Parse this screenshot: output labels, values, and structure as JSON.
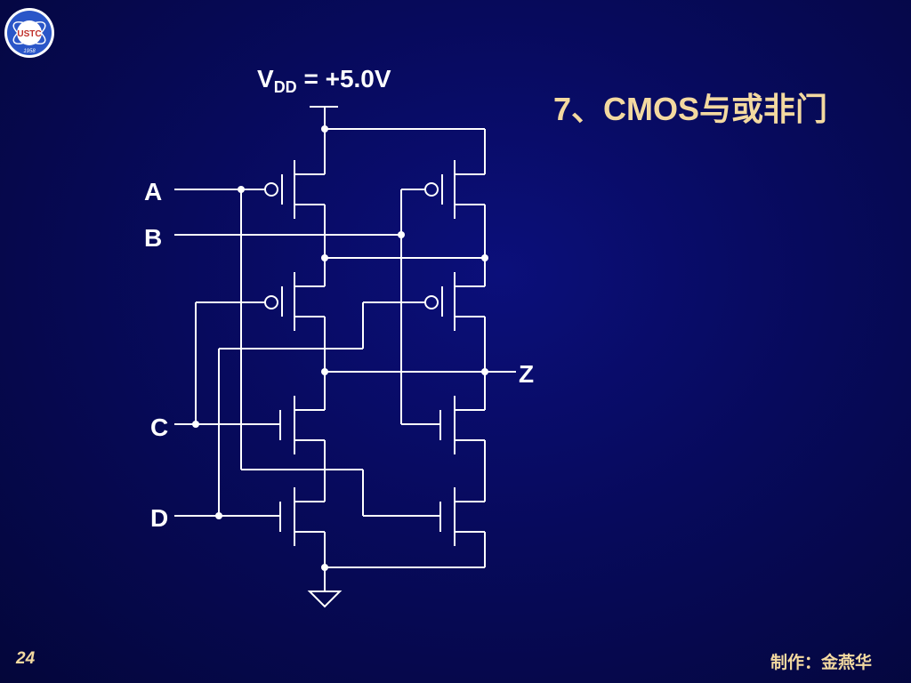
{
  "slide": {
    "title": "7、CMOS与或非门",
    "page_number": "24",
    "author": "制作：金燕华"
  },
  "logo": {
    "text": "USTC",
    "year": "1958"
  },
  "circuit": {
    "vdd_symbol": "V",
    "vdd_subscript": "DD",
    "vdd_value": " = +5.0V",
    "inputs": [
      "A",
      "B",
      "C",
      "D"
    ],
    "output": "Z"
  },
  "colors": {
    "title": "#f3d9a0",
    "wire": "#ffffff",
    "background": "#070a5c"
  }
}
